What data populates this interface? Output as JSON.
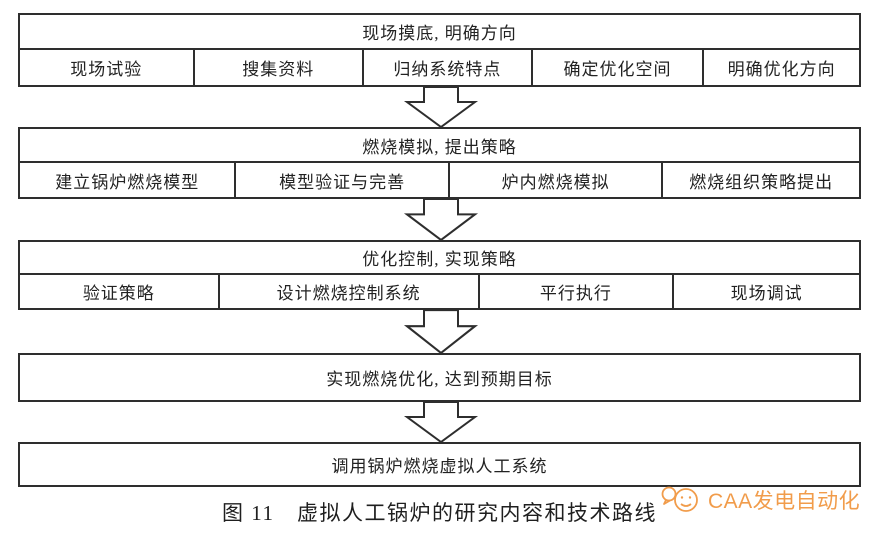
{
  "figure": {
    "caption": "图 11　虚拟人工锅炉的研究内容和技术路线"
  },
  "flow": {
    "stages": [
      {
        "title": "现场摸底, 明确方向",
        "cells": [
          "现场试验",
          "搜集资料",
          "归纳系统特点",
          "确定优化空间",
          "明确优化方向"
        ]
      },
      {
        "title": "燃烧模拟, 提出策略",
        "cells": [
          "建立锅炉燃烧模型",
          "模型验证与完善",
          "炉内燃烧模拟",
          "燃烧组织策略提出"
        ]
      },
      {
        "title": "优化控制, 实现策略",
        "cells": [
          "验证策略",
          "设计燃烧控制系统",
          "平行执行",
          "现场调试"
        ]
      },
      {
        "title": "实现燃烧优化, 达到预期目标",
        "cells": []
      },
      {
        "title": "调用锅炉燃烧虚拟人工系统",
        "cells": []
      }
    ]
  },
  "watermark": {
    "text": "CAA发电自动化",
    "color": "#f0943c",
    "logo": "caa-smiley-logo"
  },
  "colors": {
    "background": "#ffffff",
    "line": "#2e2e2e",
    "text": "#222222"
  }
}
